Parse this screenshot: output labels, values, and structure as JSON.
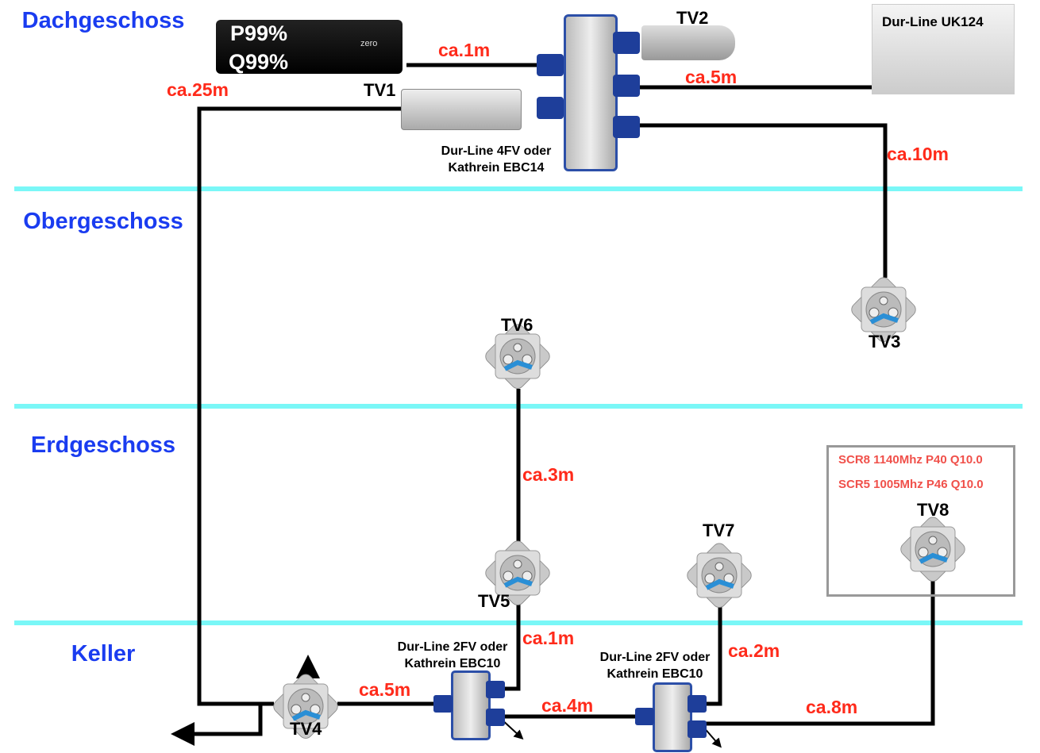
{
  "floors": [
    "Dachgeschoss",
    "Obergeschoss",
    "Erdgeschoss",
    "Keller"
  ],
  "receiver": {
    "line1": "P99%",
    "line2": "Q99%",
    "brand": "zero"
  },
  "tv_labels": {
    "tv1": "TV1",
    "tv2": "TV2",
    "tv3": "TV3",
    "tv4": "TV4",
    "tv5": "TV5",
    "tv6": "TV6",
    "tv7": "TV7",
    "tv8": "TV8"
  },
  "lengths": {
    "rx_splitter": "ca.1m",
    "trunk": "ca.25m",
    "lnb": "ca.5m",
    "tv3": "ca.10m",
    "tv5_tv6": "ca.3m",
    "tv5": "ca.1m",
    "tv4_splitter": "ca.5m",
    "splitters": "ca.4m",
    "tv7": "ca.2m",
    "tv8": "ca.8m"
  },
  "lnb_label": "Dur-Line UK124",
  "splitter4_label": [
    "Dur-Line 4FV oder",
    "Kathrein EBC14"
  ],
  "splitter2a_label": [
    "Dur-Line 2FV oder",
    "Kathrein EBC10"
  ],
  "splitter2b_label": [
    "Dur-Line 2FV oder",
    "Kathrein EBC10"
  ],
  "scr_box": {
    "line1": "SCR8 1140Mhz P40 Q10.0",
    "line2": "SCR5 1005Mhz P46 Q10.0"
  },
  "colors": {
    "floor_text": "#1a3cf0",
    "length_text": "#ff2a1a",
    "separator": "#7af7f7",
    "cable": "#000000",
    "connector": "#1e3e9a"
  }
}
